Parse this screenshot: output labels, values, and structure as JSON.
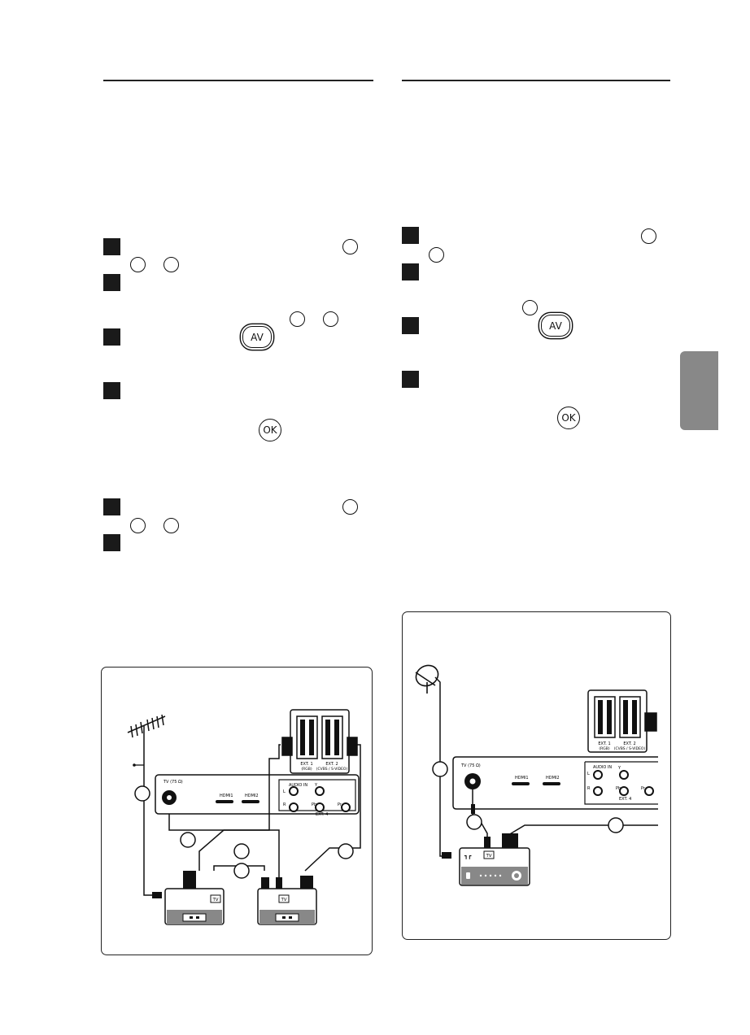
{
  "manual": {
    "left_column": {
      "steps_group_1": [
        {
          "n": ""
        },
        {
          "n": ""
        },
        {
          "n": ""
        },
        {
          "n": ""
        }
      ],
      "steps_group_2": [
        {
          "n": ""
        },
        {
          "n": ""
        }
      ],
      "keys": {
        "av": "AV",
        "ok": "OK"
      }
    },
    "right_column": {
      "steps": [
        {
          "n": ""
        },
        {
          "n": ""
        },
        {
          "n": ""
        },
        {
          "n": ""
        }
      ],
      "keys": {
        "av": "AV",
        "ok": "OK"
      }
    },
    "diagram_left": {
      "tv_in": "TV (75 Ω)",
      "hdmi1": "HDMI1",
      "hdmi2": "HDMI2",
      "audio_in": "AUDIO IN",
      "l": "L",
      "r": "R",
      "y": "Y",
      "pb": "Pb",
      "pr": "Pr",
      "ext4": "EXT. 4",
      "ext1": "EXT. 1",
      "ext1_sub": "(RGB)",
      "ext2": "EXT. 2",
      "ext2_sub": "(CVBS / S-VIDEO)",
      "tv_badge": "TV"
    },
    "diagram_right": {
      "tv_in": "TV (75 Ω)",
      "hdmi1": "HDMI1",
      "hdmi2": "HDMI2",
      "audio_in": "AUDIO IN",
      "l": "L",
      "r": "R",
      "y": "Y",
      "pb": "Pb",
      "pr": "Pr",
      "ext4": "EXT. 4",
      "ext1": "EXT. 1",
      "ext1_sub": "(RGB)",
      "ext2": "EXT. 2",
      "ext2_sub": "(CVBS / S-VIDEO)",
      "tv_badge": "TV"
    }
  }
}
